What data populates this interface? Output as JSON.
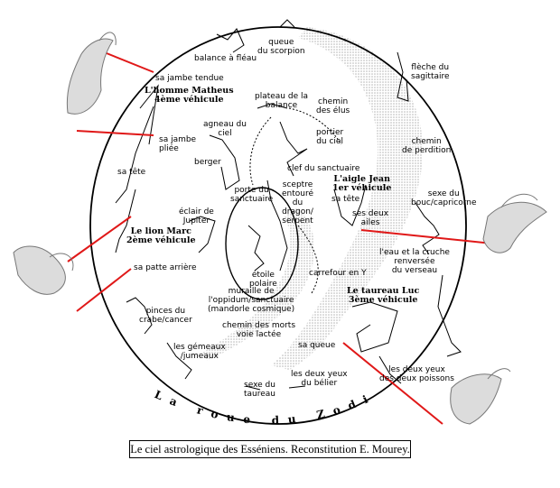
{
  "caption": "Le ciel astrologique des Esséniens. Reconstitution E. Mourey.",
  "ring_title": "La roue du Zodiaque",
  "labels": {
    "balance": "balance à fléau",
    "queue_scorpion": "queue\ndu scorpion",
    "fleche_sagittaire": "flèche du\nsagittaire",
    "jambe_tendue": "sa jambe tendue",
    "homme": "L'homme Matheus\n4ème véhicule",
    "plateau": "plateau de la\nbalance",
    "chemin_elus": "chemin\ndes élus",
    "agneau": "agneau du\nciel",
    "portier": "portier\ndu ciel",
    "jambe_pliee": "sa jambe\npliée",
    "chemin_perdition": "chemin\nde perdition",
    "berger": "berger",
    "clef": "clef du sanctuaire",
    "tete1": "sa tête",
    "aigle": "L'aigle Jean\n1er véhicule",
    "porte": "porte du\nsanctuaire",
    "sceptre": "sceptre\nentouré\ndu\ndragon/\nserpent",
    "tete2": "sa tête",
    "sexe_bouc": "sexe du\nbouc/capricorne",
    "deux_ailes": "ses deux\nailes",
    "eclair": "éclair de\nJupiter",
    "lion": "Le lion Marc\n2ème véhicule",
    "eau": "l'eau et la cruche\nrenversée\ndu verseau",
    "etoile": "étoile\npolaire",
    "patte": "sa patte arrière",
    "carrefour": "carrefour en Y",
    "muraille": "muraille de\nl'oppidum/sanctuaire\n(mandorle cosmique)",
    "taureau_luc": "Le taureau Luc\n3ème véhicule",
    "pinces": "pinces du\ncrabe/cancer",
    "chemin_morts": "chemin des morts\nvoie lactée",
    "gemeaux": "les gémeaux\n/jumeaux",
    "queue": "sa queue",
    "deux_yeux": "les deux yeux\ndes deux poissons",
    "yeux_belier": "les deux yeux\ndu bélier",
    "sexe_taureau": "sexe du\ntaureau"
  },
  "colors": {
    "pointer": "#e01818",
    "ink": "#000000",
    "milky": "#c8c8c8"
  }
}
